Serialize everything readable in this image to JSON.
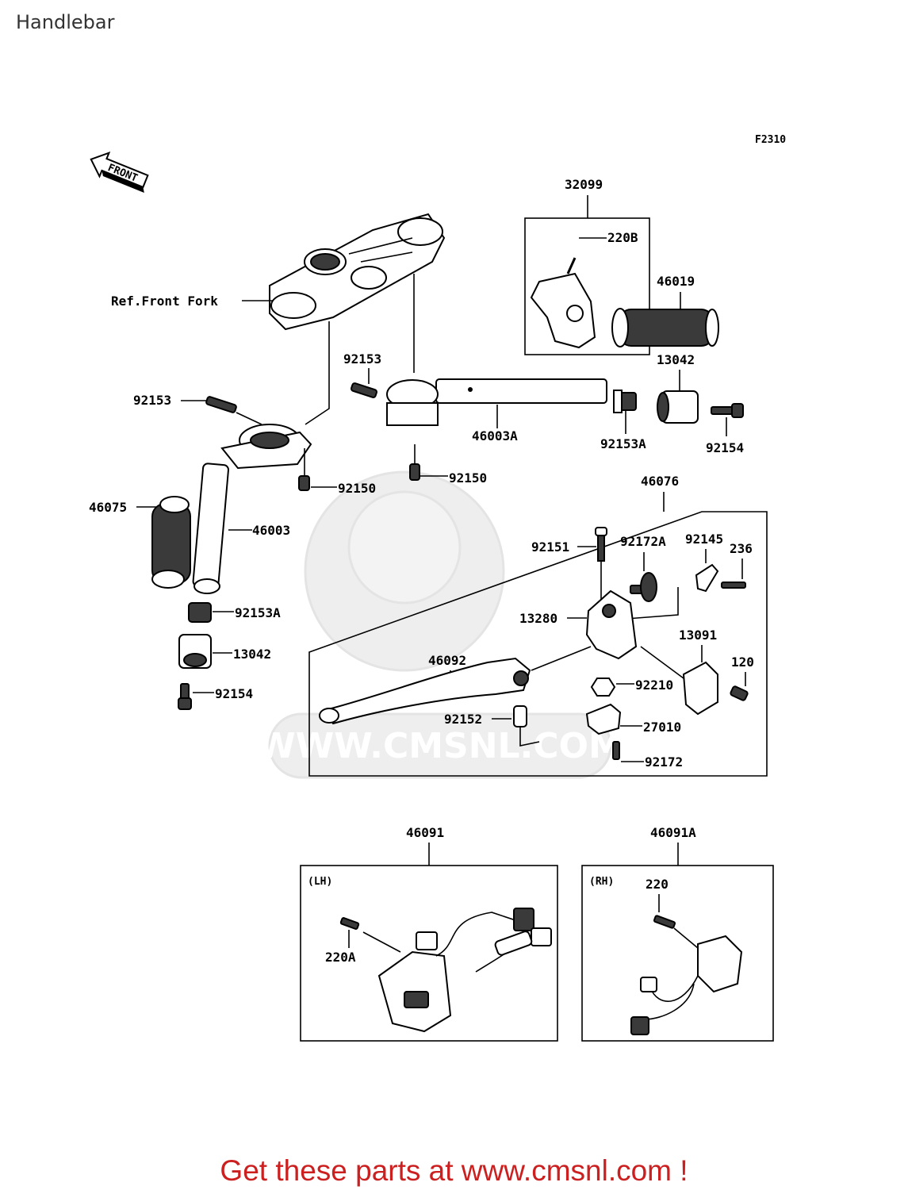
{
  "page": {
    "title": "Handlebar"
  },
  "diagram": {
    "code": "F2310",
    "front_arrow": "FRONT",
    "ref_label": "Ref.Front Fork",
    "labels": {
      "kit_32099": "32099",
      "screw_220B": "220B",
      "grip_46019": "46019",
      "weight_13042_r": "13042",
      "bolt_92153_top": "92153",
      "bolt_92153_left": "92153",
      "handlebar_46003A": "46003A",
      "bolt_92153A_r": "92153A",
      "bolt_92154_r": "92154",
      "bolt_92150_l": "92150",
      "bolt_92150_r": "92150",
      "grip_46075": "46075",
      "handlebar_46003": "46003",
      "bolt_92153A_l": "92153A",
      "weight_13042_l": "13042",
      "bolt_92154_l": "92154",
      "lever_kit_46076": "46076",
      "bolt_92151": "92151",
      "adjuster_92172A": "92172A",
      "spring_92145": "92145",
      "screw_236": "236",
      "holder_13280": "13280",
      "lever_46092": "46092",
      "clamp_13091": "13091",
      "screw_120": "120",
      "nut_92210": "92210",
      "collar_92152": "92152",
      "switch_27010": "27010",
      "screw_92172": "92172",
      "switch_lh_46091": "46091",
      "side_lh": "(LH)",
      "screw_220A": "220A",
      "switch_rh_46091A": "46091A",
      "side_rh": "(RH)",
      "screw_220": "220"
    },
    "watermark": "WWW.CMSNL.COM"
  },
  "footer": {
    "promo": "Get these parts at www.cmsnl.com !"
  }
}
